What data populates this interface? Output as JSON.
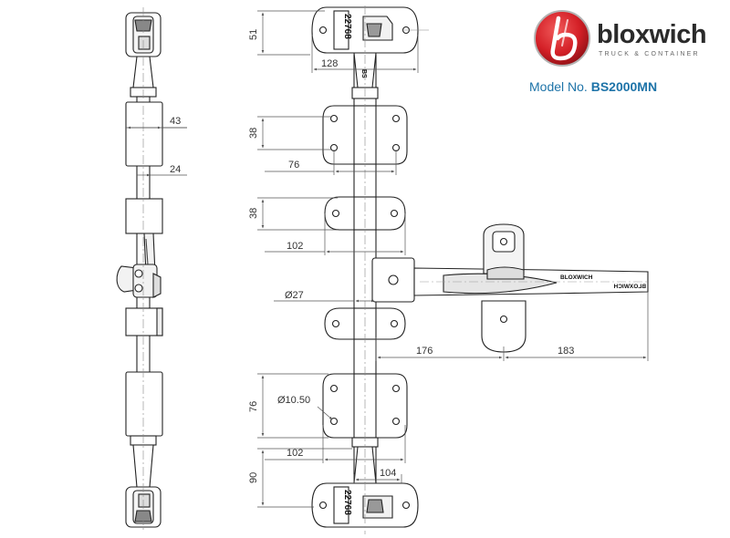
{
  "brand": {
    "name": "bloxwich",
    "tagline": "TRUCK & CONTAINER",
    "logo_color": "#d42027"
  },
  "model": {
    "label": "Model No.",
    "number": "BS2000MN",
    "color": "#1d73a8"
  },
  "part_markings": {
    "cam_code_top": "22768",
    "cam_code_bottom": "22768",
    "handle_text": "BLOXWICH",
    "handle_text_mirrored": "BLOXWICH",
    "shaft_mark": "BS"
  },
  "dimensions": {
    "cam_height": "51",
    "cam_width": "128",
    "rod_guide_width_side": "43",
    "bracket_height": "38",
    "bracket_offset": "76",
    "rod_offset_side": "24",
    "guide_height": "38",
    "guide_offset": "102",
    "rod_diameter": "Ø27",
    "handle_reach": "176",
    "handle_length": "183",
    "lower_bracket_height": "76",
    "hole_diameter": "Ø10.50",
    "lower_bracket_offset": "102",
    "keeper_width": "104",
    "bottom_height": "90"
  }
}
